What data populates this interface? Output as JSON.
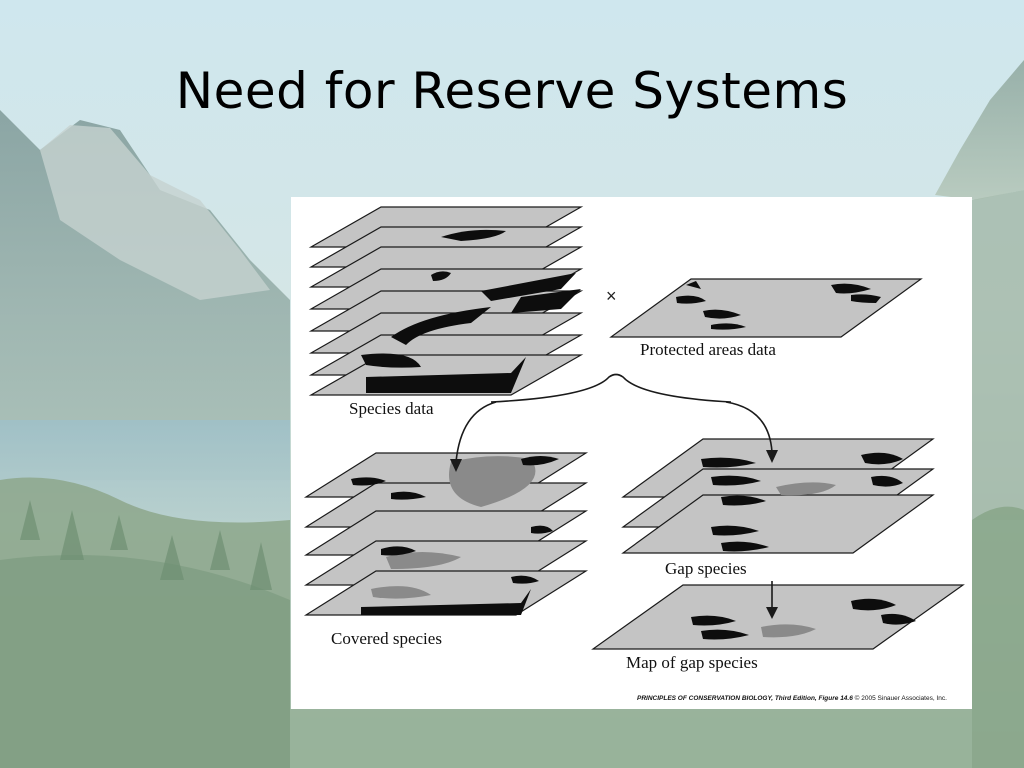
{
  "slide": {
    "title": "Need for Reserve Systems"
  },
  "figure": {
    "labels": {
      "species_data": "Species data",
      "protected_areas_data": "Protected areas data",
      "covered_species": "Covered species",
      "gap_species": "Gap species",
      "map_of_gap_species": "Map of gap species"
    },
    "operator": "×",
    "credit": {
      "source": "PRINCIPLES OF CONSERVATION BIOLOGY, Third Edition, Figure 14.6",
      "copyright": "© 2005 Sinauer Associates, Inc."
    }
  },
  "colors": {
    "layer_fill": "#c4c4c4",
    "layer_stroke": "#1a1a1a",
    "patch_dark": "#0d0d0d",
    "patch_mid": "#8a8a8a"
  }
}
